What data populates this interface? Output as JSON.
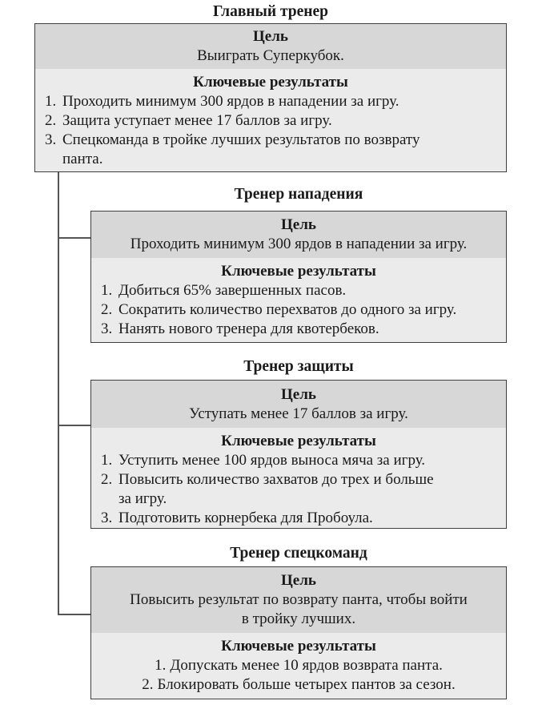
{
  "labels": {
    "objective": "Цель",
    "key_results": "Ключевые результаты"
  },
  "colors": {
    "objective_bg": "#d7d7d7",
    "key_results_bg": "#ebebeb",
    "box_border": "#3f3f3f",
    "connector": "#555555",
    "text": "#1a1a1a",
    "background": "#ffffff"
  },
  "nodes": [
    {
      "title": "Главный тренер",
      "objective": "Выиграть Суперкубок.",
      "key_results": [
        {
          "num": "1.",
          "text": "Проходить минимум 300 ярдов в нападении за игру."
        },
        {
          "num": "2.",
          "text": "Защита уступает менее 17 баллов за игру."
        },
        {
          "num": "3.",
          "text": "Спецкоманда в тройке лучших результатов по возврату\nпанта."
        }
      ]
    },
    {
      "title": "Тренер нападения",
      "objective": "Проходить минимум 300 ярдов в нападении за игру.",
      "key_results": [
        {
          "num": "1.",
          "text": "Добиться 65% завершенных пасов."
        },
        {
          "num": "2.",
          "text": "Сократить количество перехватов до одного за игру."
        },
        {
          "num": "3.",
          "text": "Нанять нового тренера для квотербеков."
        }
      ]
    },
    {
      "title": "Тренер защиты",
      "objective": "Уступать менее 17 баллов за игру.",
      "key_results": [
        {
          "num": "1.",
          "text": "Уступить менее 100 ярдов выноса мяча за игру."
        },
        {
          "num": "2.",
          "text": "Повысить количество захватов до трех и больше\nза игру."
        },
        {
          "num": "3.",
          "text": "Подготовить корнербека для Пробоула."
        }
      ]
    },
    {
      "title": "Тренер спецкоманд",
      "objective": "Повысить результат по возврату панта, чтобы войти\nв тройку лучших.",
      "key_results": [
        {
          "num": "1.",
          "text": "Допускать менее 10 ярдов возврата панта."
        },
        {
          "num": "2.",
          "text": "Блокировать больше четырех пантов за сезон."
        }
      ]
    }
  ]
}
